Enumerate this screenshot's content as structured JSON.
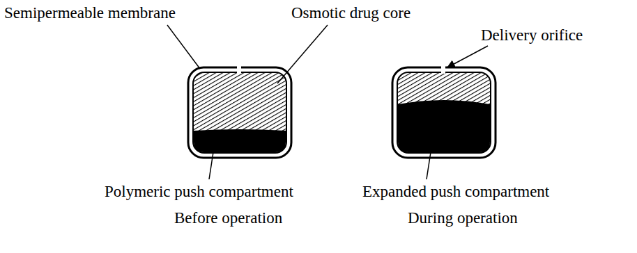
{
  "diagram": {
    "labels": [
      "Semipermeable membrane",
      "Osmotic drug core",
      "Delivery orifice",
      "Polymeric push compartment",
      "Before operation",
      "Expanded push compartment",
      "During operation"
    ]
  }
}
